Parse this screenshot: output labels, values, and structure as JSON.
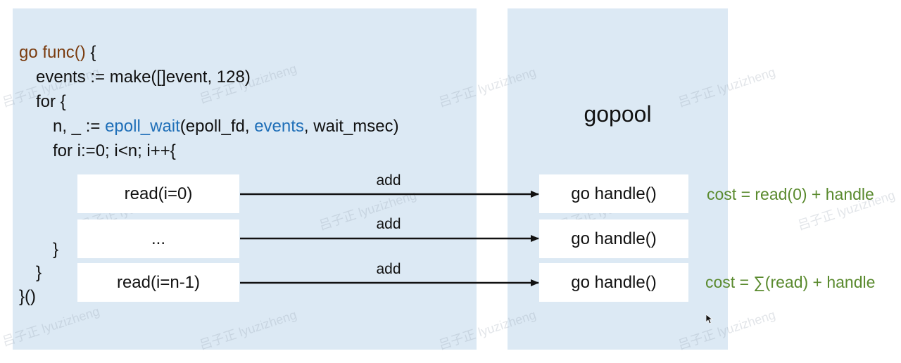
{
  "code": {
    "line1": {
      "prefix": "go func() ",
      "suffix": "{"
    },
    "line2": "events := make([]event, 128)",
    "line3": "for {",
    "line4": {
      "pre": "n, _ := ",
      "fn": "epoll_wait",
      "mid": "(epoll_fd, ",
      "arg": "events",
      "post": ", wait_msec)"
    },
    "line5": "for i:=0; i<n; i++{",
    "close_inner": "}",
    "close_outer": "}",
    "close_func": "}()"
  },
  "reads": [
    "read(i=0)",
    "...",
    "read(i=n-1)"
  ],
  "arrow_label": "add",
  "pool": {
    "title": "gopool",
    "handles": [
      "go handle()",
      "go handle()",
      "go handle()"
    ]
  },
  "costs": {
    "first": "cost = read(0) + handle",
    "last": "cost = ∑(read) + handle"
  },
  "watermark": "吕子正 lyuzizheng",
  "colors": {
    "panel": "#dce9f4",
    "keyword_brown": "#7a3b0e",
    "keyword_blue": "#1f6fb8",
    "cost_green": "#5a8a2e"
  }
}
